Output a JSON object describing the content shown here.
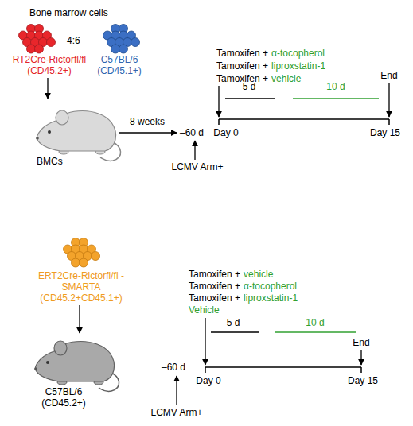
{
  "diagram": {
    "nodes": [
      {
        "text": [
          "RT2Cre-Rictorfl/fl (CD45.2+)"
        ]
      },
      {
        "text": [
          "C57BL/6 (CD45.1+)"
        ]
      },
      {
        "text": [
          "BMCs"
        ]
      },
      {
        "text": [
          "ERT2Cre-Rictorfl/fl -SMARTA (CD45.2+CD45.1+)"
        ]
      },
      {
        "text": [
          "C57BL/6 (CD45.2+)"
        ]
      }
    ],
    "edges": [
      {
        "from": 0,
        "to": 2,
        "arrow": "to"
      },
      {
        "from": 3,
        "to": 4,
        "arrow": "to"
      }
    ],
    "labels": [
      "Bone marrow cells",
      "4:6",
      "8 weeks",
      "–60 d",
      "LCMV Arm+",
      "Tamoxifen +",
      "α-tocopherol",
      "Tamoxifen +",
      "liproxstatin-1",
      "Tamoxifen +",
      "vehicle",
      "5 d",
      "10 d",
      "End",
      "Day 0",
      "Day 15",
      "Tamoxifen +",
      "vehicle",
      "Tamoxifen +",
      "α-tocopherol",
      "Tamoxifen +",
      "liproxstatin-1",
      "Vehicle",
      "5 d",
      "10 d",
      "End",
      "–60 d",
      "LCMV Arm+",
      "Day 0",
      "Day 15"
    ]
  }
}
